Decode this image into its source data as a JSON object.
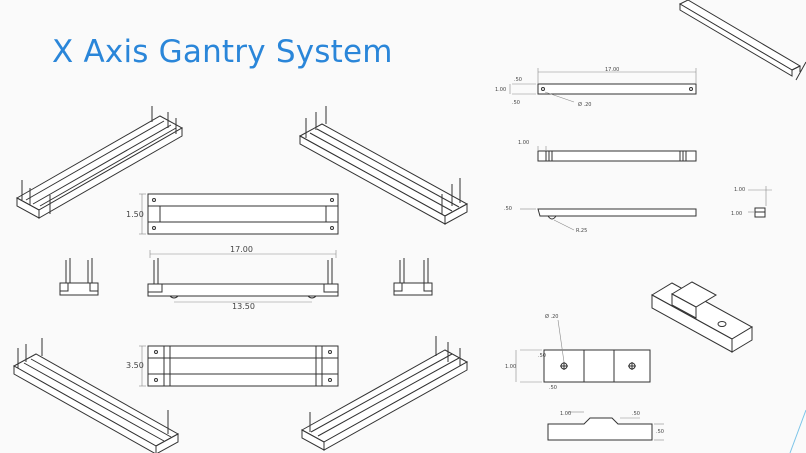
{
  "slide": {
    "title": "X Axis Gantry System",
    "accent_color": "#2a86d9"
  },
  "center_drawing": {
    "top_view_height": "1.50",
    "front_view_length": "17.00",
    "front_view_inner": "13.50",
    "bottom_view_height": "3.50"
  },
  "bar_drawing": {
    "length": "17.00",
    "end_offset_top": ".50",
    "height": "1.00",
    "end_offset_bottom": ".50",
    "hole_dia": "Ø .20",
    "slot_width": "1.00",
    "side_offset": ".50",
    "notch_radius": "R.25"
  },
  "small_block": {
    "width": "1.00",
    "height": "1.00"
  },
  "bracket_drawing": {
    "hole_dia": "Ø .20",
    "hole_offset": ".50",
    "height": "1.00",
    "bottom_offset": ".50",
    "step_width": "1.00",
    "step_height": ".50",
    "total_height": ".50"
  }
}
